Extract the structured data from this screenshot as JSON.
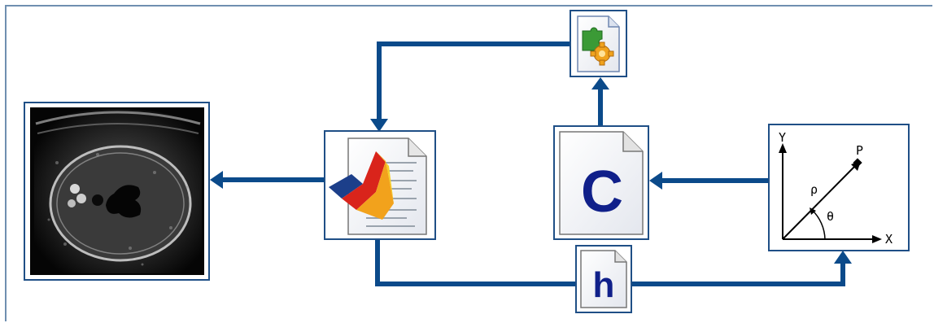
{
  "diagram": {
    "colors": {
      "connector": "#0b4a8a",
      "box_border": "#1f4f86",
      "frame_border": "#6f8fb0",
      "letter": "#10208a"
    },
    "nodes": [
      {
        "id": "ultrasound",
        "icon": "ultrasound-image-icon",
        "label": ""
      },
      {
        "id": "matlab",
        "icon": "matlab-file-icon",
        "label": ""
      },
      {
        "id": "mex",
        "icon": "mex-compiled-file-icon",
        "label": ""
      },
      {
        "id": "c_source",
        "icon": "c-source-file-icon",
        "label": "C"
      },
      {
        "id": "h_header",
        "icon": "h-header-file-icon",
        "label": "h"
      },
      {
        "id": "polar",
        "icon": "polar-coordinates-icon",
        "label": ""
      }
    ],
    "polar_labels": {
      "y": "Y",
      "x": "X",
      "p": "P",
      "rho": "ρ",
      "theta": "θ"
    },
    "edges": [
      {
        "from": "mex",
        "to": "matlab"
      },
      {
        "from": "c_source",
        "to": "mex"
      },
      {
        "from": "matlab",
        "to": "ultrasound"
      },
      {
        "from": "polar",
        "to": "c_source"
      },
      {
        "from": "matlab",
        "to": "polar",
        "via": "h_header"
      }
    ]
  }
}
